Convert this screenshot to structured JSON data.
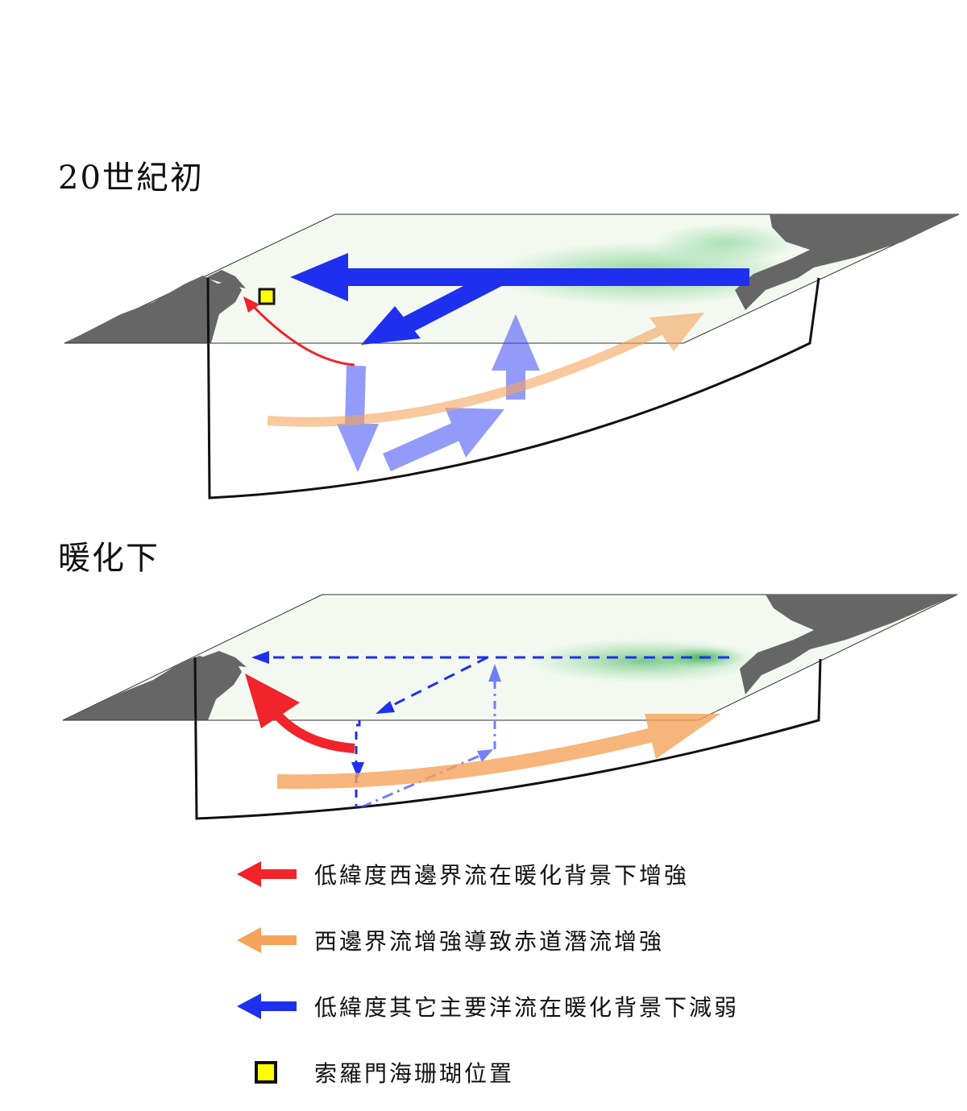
{
  "panels": {
    "top_title": "20世紀初",
    "bottom_title": "暖化下"
  },
  "legend": [
    {
      "text": "低緯度西邊界流在暖化背景下增強",
      "color": "#f0242a",
      "icon": "red-arrow"
    },
    {
      "text": "西邊界流增強導致赤道潛流增強",
      "color": "#f5a35a",
      "icon": "orange-arrow"
    },
    {
      "text": "低緯度其它主要洋流在暖化背景下減弱",
      "color": "#1f2ff0",
      "icon": "blue-arrow"
    },
    {
      "text": "索羅門海珊瑚位置",
      "color": "#ffff00",
      "icon": "yellow-square"
    }
  ],
  "colors": {
    "wbc": "#f0242a",
    "euc": "#f5a35a",
    "other_currents": "#1f2ff0",
    "coral": "#ffff00",
    "land": "#666666",
    "ocean": "#f2f8f0",
    "warm_pool": "#7fd38f"
  }
}
